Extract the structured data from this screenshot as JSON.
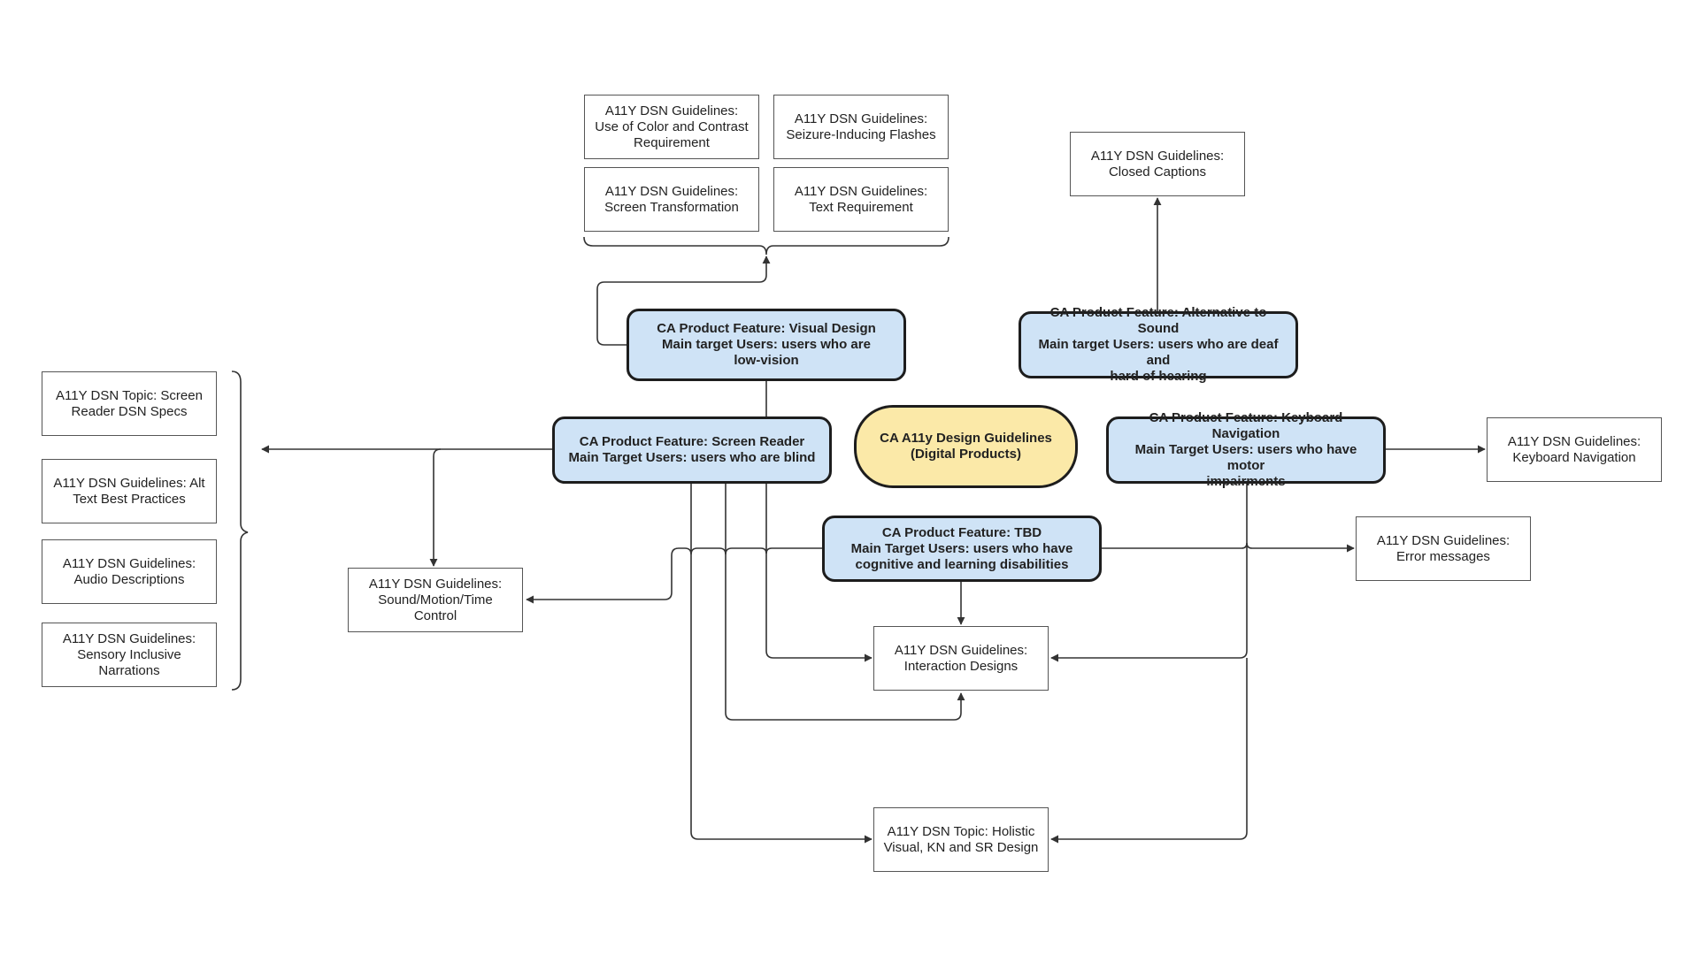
{
  "colors": {
    "feature_fill": "#cfe3f6",
    "center_fill": "#fbe9a8",
    "border": "#1d1d1d",
    "line": "#333333"
  },
  "center": {
    "label": "CA A11y Design Guidelines\n(Digital Products)"
  },
  "features": {
    "visual_design": "CA Product Feature: Visual Design\nMain target Users: users who are\nlow-vision",
    "alt_sound": "CA Product Feature: Alternative to Sound\nMain target Users: users who are deaf and\nhard of hearing",
    "screen_reader": "CA Product Feature: Screen Reader\nMain Target Users: users who are blind",
    "keyboard_nav": "CA Product Feature: Keyboard Navigation\nMain Target Users: users who have motor\nimpairments",
    "tbd": "CA Product Feature: TBD\nMain Target Users: users who have\ncognitive and learning disabilities"
  },
  "guidelines": {
    "color_contrast": "A11Y DSN Guidelines:\nUse of Color and Contrast\nRequirement",
    "seizure": "A11Y DSN Guidelines:\nSeizure-Inducing Flashes",
    "screen_transformation": "A11Y DSN Guidelines:\nScreen Transformation",
    "text_requirement": "A11Y DSN Guidelines:\nText Requirement",
    "closed_captions": "A11Y DSN Guidelines:\nClosed Captions",
    "sr_specs": "A11Y DSN Topic: Screen\nReader DSN Specs",
    "alt_text": "A11Y DSN Guidelines: Alt\nText Best Practices",
    "audio_desc": "A11Y DSN Guidelines:\nAudio Descriptions",
    "sensory": "A11Y DSN Guidelines:\nSensory Inclusive\nNarrations",
    "sound_motion": "A11Y DSN Guidelines:\nSound/Motion/Time\nControl",
    "keyboard_nav": "A11Y DSN Guidelines:\nKeyboard Navigation",
    "error_messages": "A11Y DSN Guidelines:\nError messages",
    "interaction": "A11Y DSN Guidelines:\nInteraction Designs",
    "holistic": "A11Y DSN Topic: Holistic\nVisual, KN and SR Design"
  }
}
